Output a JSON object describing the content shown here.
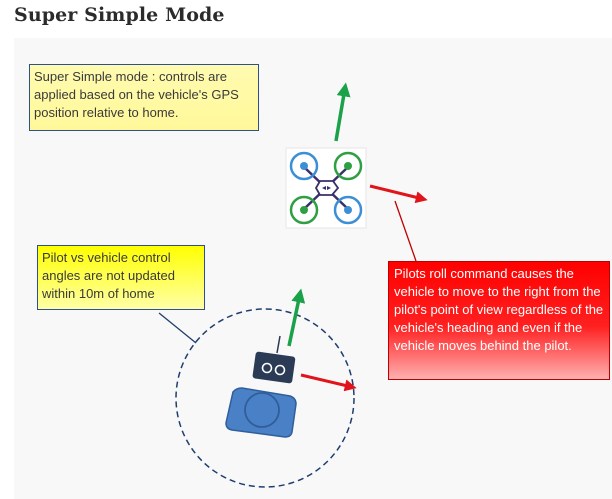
{
  "page": {
    "title": "Super Simple Mode"
  },
  "callouts": {
    "top_left": "Super Simple mode : controls are applied based on the vehicle's GPS position relative to home.",
    "pilot_angles": "Pilot vs vehicle control angles are not updated within 10m of home",
    "roll_right": "Pilots roll command causes the vehicle to move to the right from the pilot's point of view regardless of the vehicle's heading and even if the vehicle moves behind the pilot."
  },
  "colors": {
    "forward_arrow": "#1aa14a",
    "right_arrow": "#e0141a",
    "connector_line": "#1f3e6e",
    "home_circle": "#1f3e6e",
    "pilot_body": "#4a80c5",
    "transmitter": "#2c3b55",
    "rotor_green": "#2ea043",
    "rotor_blue": "#3c8fd6",
    "frame": "#3a2f6b"
  },
  "icons": {
    "vehicle": "quadcopter-icon",
    "pilot": "pilot-icon",
    "transmitter": "transmitter-icon"
  }
}
